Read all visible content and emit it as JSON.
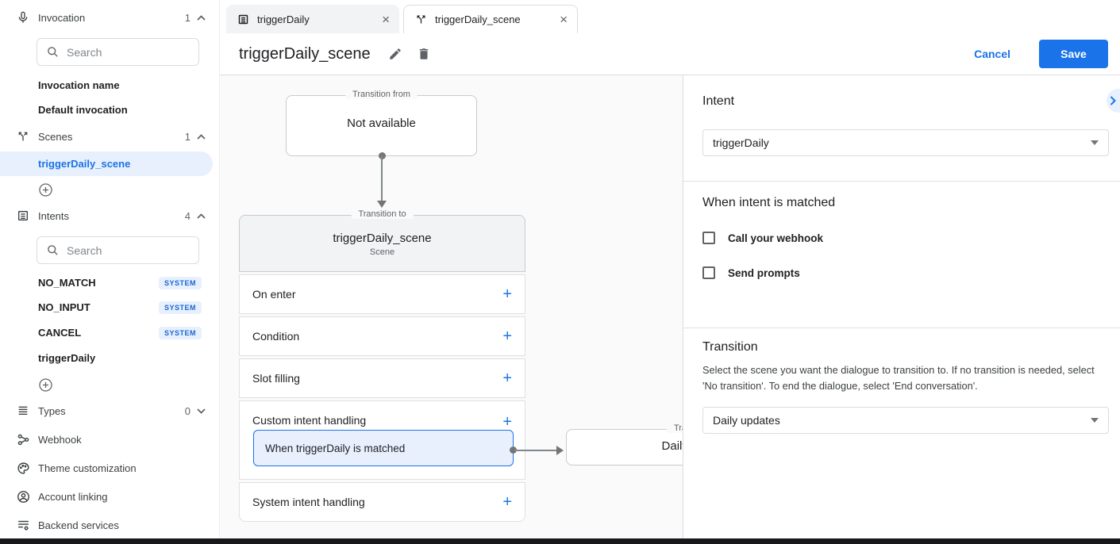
{
  "app": {
    "accent_color": "#1a73e8",
    "selected_bg": "#e8f0fe",
    "canvas_bg": "#fafafa"
  },
  "sidebar": {
    "invocation": {
      "label": "Invocation",
      "count": "1",
      "search_placeholder": "Search",
      "items": [
        {
          "name": "Invocation name"
        },
        {
          "name": "Default invocation"
        }
      ]
    },
    "scenes": {
      "label": "Scenes",
      "count": "1",
      "selected_item": "triggerDaily_scene"
    },
    "intents": {
      "label": "Intents",
      "count": "4",
      "search_placeholder": "Search",
      "items": [
        {
          "name": "NO_MATCH",
          "badge": "SYSTEM"
        },
        {
          "name": "NO_INPUT",
          "badge": "SYSTEM"
        },
        {
          "name": "CANCEL",
          "badge": "SYSTEM"
        },
        {
          "name": "triggerDaily",
          "badge": ""
        }
      ]
    },
    "types": {
      "label": "Types",
      "count": "0"
    },
    "links": [
      {
        "label": "Webhook"
      },
      {
        "label": "Theme customization"
      },
      {
        "label": "Account linking"
      },
      {
        "label": "Backend services"
      }
    ]
  },
  "tabs": [
    {
      "label": "triggerDaily"
    },
    {
      "label": "triggerDaily_scene"
    }
  ],
  "header": {
    "title": "triggerDaily_scene",
    "cancel_label": "Cancel",
    "save_label": "Save"
  },
  "canvas": {
    "transition_from": {
      "legend": "Transition from",
      "text": "Not available"
    },
    "scene_card": {
      "legend": "Transition to",
      "title": "triggerDaily_scene",
      "subtitle": "Scene",
      "rows": [
        "On enter",
        "Condition",
        "Slot filling",
        "Custom intent handling",
        "System intent handling"
      ],
      "chip": "When triggerDaily is matched"
    },
    "target_box": {
      "legend": "Transition to",
      "text": "Daily updates"
    }
  },
  "panel": {
    "intent_heading": "Intent",
    "intent_value": "triggerDaily",
    "matched_heading": "When intent is matched",
    "checkboxes": [
      {
        "label": "Call your webhook",
        "checked": false
      },
      {
        "label": "Send prompts",
        "checked": false
      }
    ],
    "transition_heading": "Transition",
    "transition_description": "Select the scene you want the dialogue to transition to. If no transition is needed, select 'No transition'. To end the dialogue, select 'End conversation'.",
    "transition_value": "Daily updates"
  },
  "glyphs": {
    "plus": "+",
    "close": "×"
  }
}
